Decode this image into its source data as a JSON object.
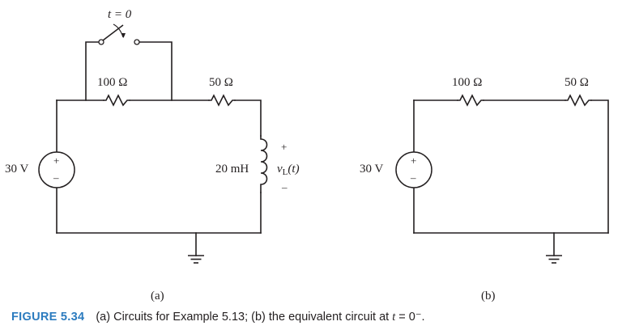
{
  "circuit_a": {
    "switch_label": "t = 0",
    "resistor1": "100 Ω",
    "resistor2": "50 Ω",
    "source": "30 V",
    "inductor": "20 mH",
    "voltage_plus": "+",
    "voltage_minus": "–",
    "voltage_name": "v",
    "voltage_sub": "L",
    "voltage_arg": "(t)",
    "source_plus": "+",
    "source_minus": "–",
    "panel_label": "(a)"
  },
  "circuit_b": {
    "resistor1": "100 Ω",
    "resistor2": "50 Ω",
    "source": "30 V",
    "source_plus": "+",
    "source_minus": "–",
    "panel_label": "(b)"
  },
  "caption": {
    "figure_number": "FIGURE 5.34",
    "text_before": "(a) Circuits for Example 5.13; (b) the equivalent circuit at ",
    "math": "t",
    "text_after": " = 0⁻."
  }
}
